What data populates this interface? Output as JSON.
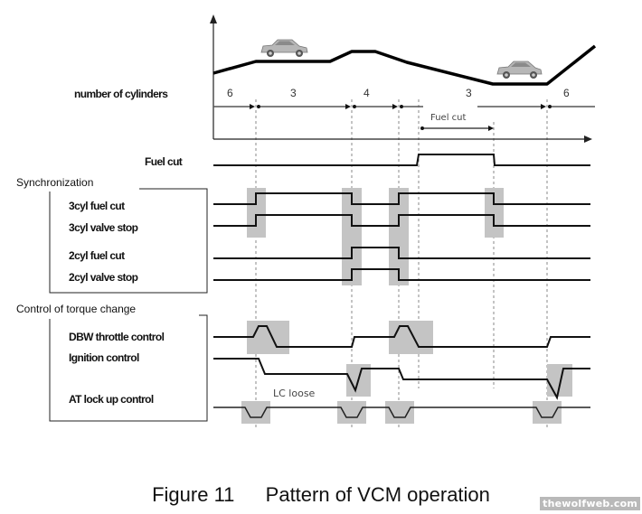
{
  "figure": {
    "caption_number": "Figure 11",
    "caption_title": "Pattern of VCM operation",
    "watermark": "thewolfweb.com"
  },
  "top_panel": {
    "row_label": "number of cylinders",
    "cylinder_segments": [
      "6",
      "3",
      "4",
      "3",
      "6"
    ],
    "fuel_cut_span_label": "Fuel cut",
    "icons": [
      "car-icon-uphill",
      "car-icon-downhill"
    ],
    "road_profile": "rise, flat, rise, flat, descend, flat, steep rise"
  },
  "signals": {
    "fuel_cut": {
      "label": "Fuel cut",
      "state": "high only during fuel-cut span"
    },
    "synchronization": {
      "title": "Synchronization",
      "rows": [
        {
          "label": "3cyl fuel cut"
        },
        {
          "label": "3cyl valve stop"
        },
        {
          "label": "2cyl fuel cut"
        },
        {
          "label": "2cyl valve stop"
        }
      ]
    },
    "torque_control": {
      "title": "Control of torque change",
      "rows": [
        {
          "label": "DBW throttle control"
        },
        {
          "label": "Ignition control"
        },
        {
          "label": "AT lock up control"
        }
      ],
      "annotation": "LC loose"
    }
  },
  "colors": {
    "signal": "#111111",
    "shade": "#c4c4c4",
    "guide": "#888888",
    "watermark_bg": "#b9b9b9"
  }
}
